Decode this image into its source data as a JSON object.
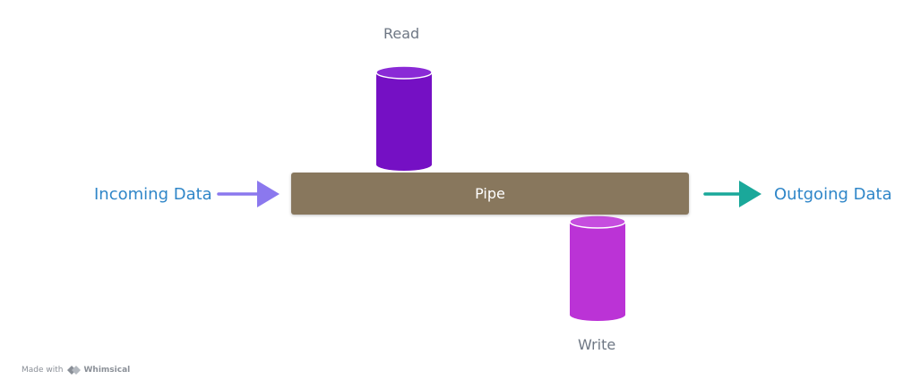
{
  "nodes": {
    "read": {
      "label": "Read",
      "color": "#7510c4"
    },
    "write": {
      "label": "Write",
      "color": "#bb33d6"
    },
    "pipe": {
      "label": "Pipe",
      "color": "#88775d"
    }
  },
  "flows": {
    "incoming": {
      "label": "Incoming Data",
      "arrow_color": "#8b78ee"
    },
    "outgoing": {
      "label": "Outgoing Data",
      "arrow_color": "#1aa89a"
    }
  },
  "colors": {
    "node_label": "#6e7784",
    "flow_label": "#2f86c8"
  },
  "footer": {
    "prefix": "Made with",
    "brand": "Whimsical",
    "brand_icon": "whimsical-logo-icon"
  }
}
